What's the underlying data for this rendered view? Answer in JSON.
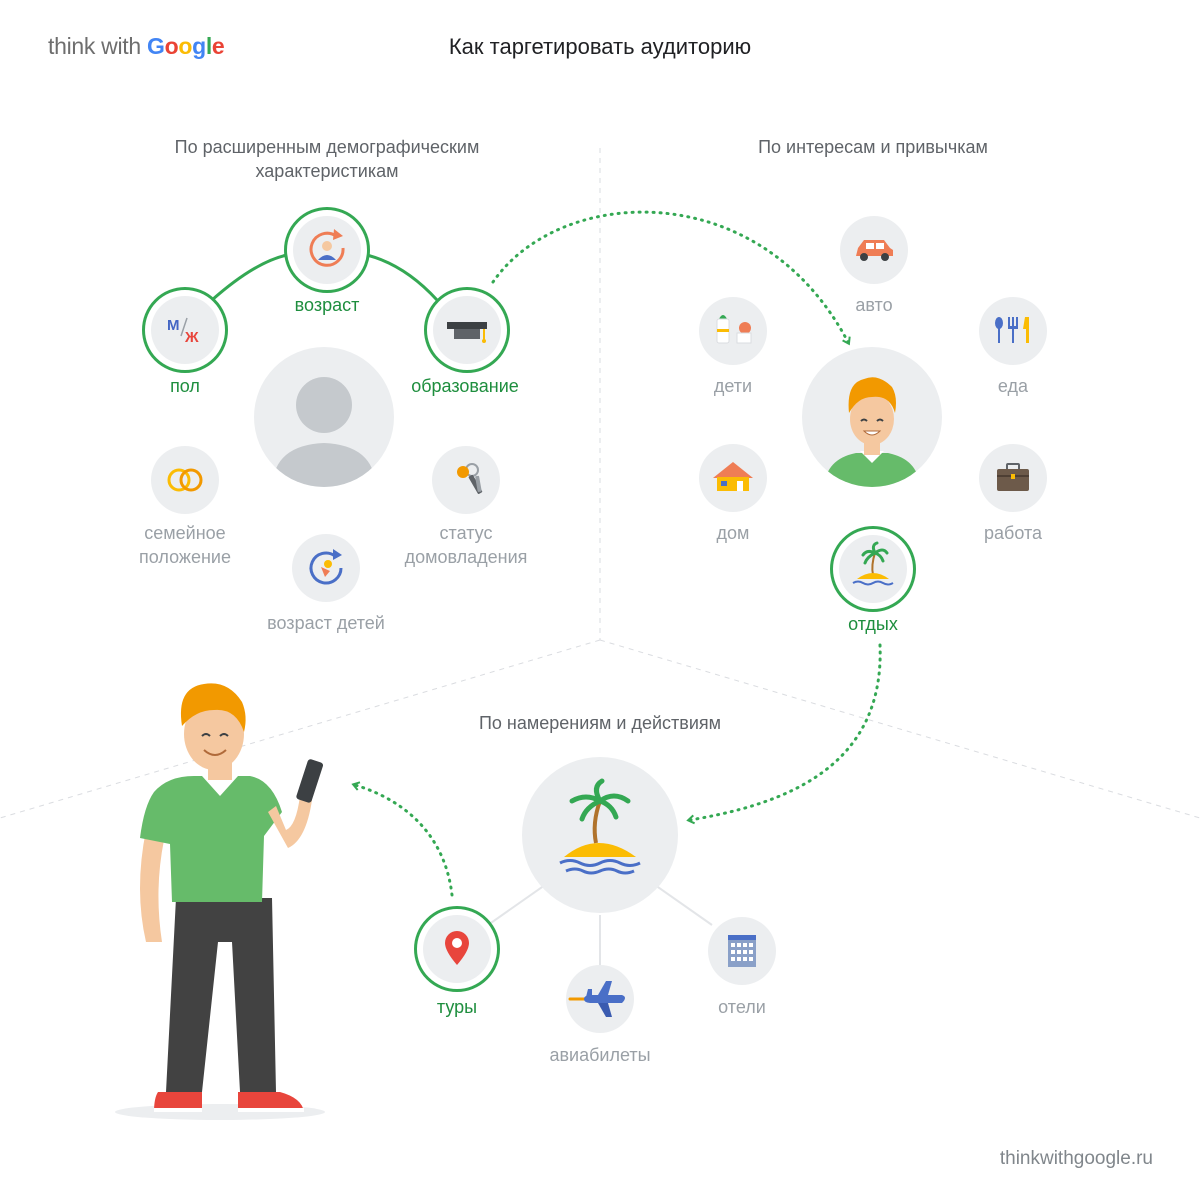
{
  "header": {
    "brand_prefix": "think with",
    "brand_name": "Google",
    "title": "Как таргетировать аудиторию"
  },
  "footer": {
    "url": "thinkwithgoogle.ru"
  },
  "colors": {
    "accent_green": "#34a853",
    "label_active": "#1e8e3e",
    "label_inactive": "#9aa0a6",
    "node_bg": "#eceef0"
  },
  "demographics": {
    "title_line1": "По расширенным демографическим",
    "title_line2": "характеристикам",
    "gender_icon_text": {
      "male": "М",
      "female": "Ж"
    },
    "nodes": [
      {
        "id": "gender",
        "label": "пол",
        "icon": "gender-icon",
        "active": true
      },
      {
        "id": "age",
        "label": "возраст",
        "icon": "age-icon",
        "active": true
      },
      {
        "id": "education",
        "label": "образование",
        "icon": "graduation-cap-icon",
        "active": true
      },
      {
        "id": "marital",
        "label_line1": "семейное",
        "label_line2": "положение",
        "icon": "wedding-rings-icon",
        "active": false
      },
      {
        "id": "homeowner",
        "label_line1": "статус",
        "label_line2": "домовладения",
        "icon": "keys-icon",
        "active": false
      },
      {
        "id": "child-age",
        "label": "возраст детей",
        "icon": "baby-rattle-icon",
        "active": false
      }
    ]
  },
  "interests": {
    "title": "По интересам и привычкам",
    "nodes": [
      {
        "id": "auto",
        "label": "авто",
        "icon": "car-icon",
        "active": false
      },
      {
        "id": "kids",
        "label": "дети",
        "icon": "baby-bottle-icon",
        "active": false
      },
      {
        "id": "food",
        "label": "еда",
        "icon": "cutlery-icon",
        "active": false
      },
      {
        "id": "home",
        "label": "дом",
        "icon": "house-icon",
        "active": false
      },
      {
        "id": "work",
        "label": "работа",
        "icon": "briefcase-icon",
        "active": false
      },
      {
        "id": "vacation",
        "label": "отдых",
        "icon": "island-icon",
        "active": true
      }
    ]
  },
  "intents": {
    "title": "По намерениям и действиям",
    "nodes": [
      {
        "id": "tours",
        "label": "туры",
        "icon": "location-pin-icon",
        "active": true
      },
      {
        "id": "flights",
        "label": "авиабилеты",
        "icon": "airplane-icon",
        "active": false
      },
      {
        "id": "hotels",
        "label": "отели",
        "icon": "hotel-building-icon",
        "active": false
      }
    ]
  }
}
